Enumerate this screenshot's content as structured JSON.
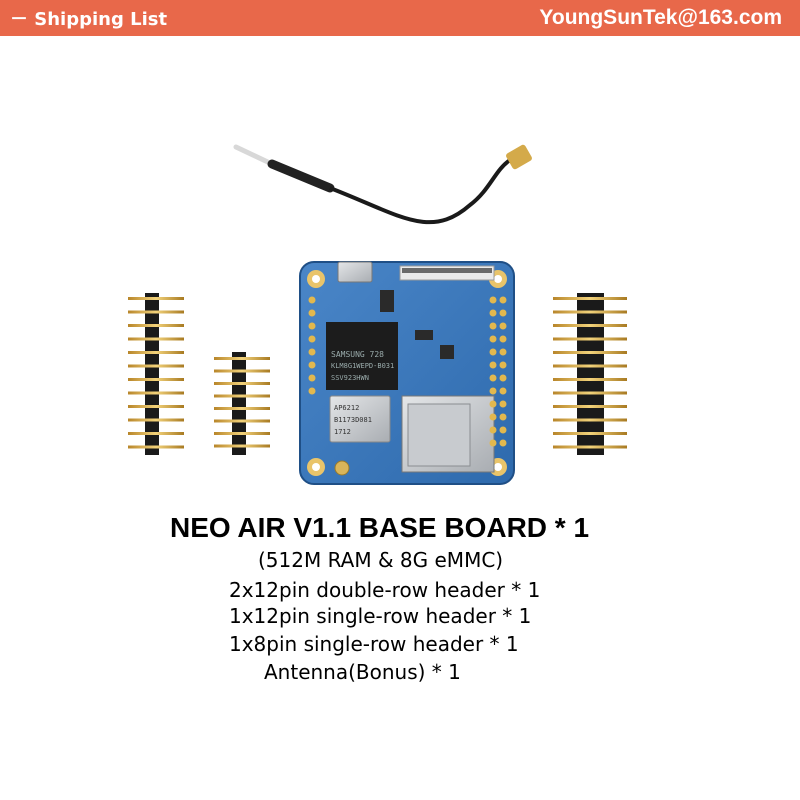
{
  "banner": {
    "left_label": "－ Shipping List",
    "right_label": "YoungSunTek@163.com",
    "color": "#e8684a"
  },
  "photo": {
    "alt": "NanoPi NEO Air board with pin headers and antenna",
    "board_chips": {
      "memory_line1": "SAMSUNG   728",
      "memory_line2": "KLM8G1WEPD-B031",
      "memory_line3": "SSV923HWN",
      "wifi_line1": "AP6212",
      "wifi_line2": "B1173D081",
      "wifi_line3": "1712"
    }
  },
  "items": {
    "main": "NEO AIR V1.1 BASE BOARD  *  1",
    "spec": "(512M RAM & 8G eMMC)",
    "header1": "2x12pin double-row header  * 1",
    "header2": "1x12pin single-row header  * 1",
    "header3": "1x8pin single-row header  * 1",
    "antenna": "Antenna(Bonus) * 1"
  }
}
